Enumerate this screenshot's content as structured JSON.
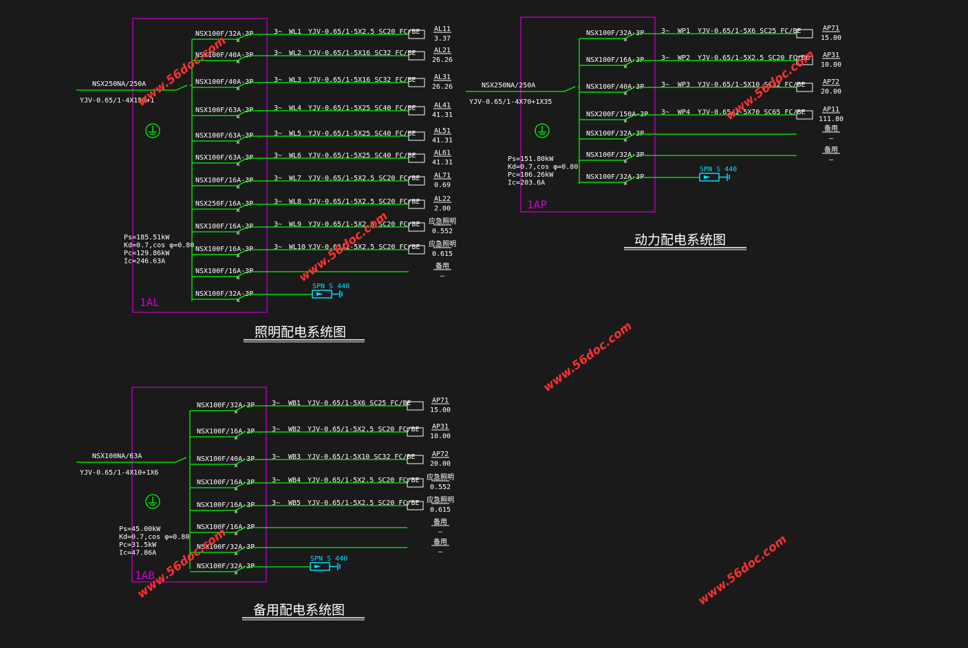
{
  "colors": {
    "background": "#1a1a1a",
    "wire": "#00ff00",
    "text": "#ffffff",
    "panel": "#d000d0",
    "spd": "#00e0ff",
    "watermark": "#ff3030"
  },
  "watermark": "www.56doc.com",
  "lighting": {
    "title": "照明配电系统图",
    "panel": "1AL",
    "incoming": {
      "breaker": "NSX250NA/250A",
      "cable": "YJV-0.65/1-4X150+1"
    },
    "params": [
      "Ps=185.51kW",
      "Kd=0.7,cos φ=0.80",
      "Pc=129.86kW",
      "Ic=246.63A"
    ],
    "circuits": [
      {
        "breaker": "NSX100F/32A-3P",
        "phase": "3~",
        "id": "WL1",
        "cable": "YJV-0.65/1-5X2.5  SC20  FC/BE",
        "load": "AL11",
        "power": "3.37"
      },
      {
        "breaker": "NSX100F/40A-3P",
        "phase": "3~",
        "id": "WL2",
        "cable": "YJV-0.65/1-5X16  SC32  FC/BE",
        "load": "AL21",
        "power": "26.26"
      },
      {
        "breaker": "NSX100F/40A-3P",
        "phase": "3~",
        "id": "WL3",
        "cable": "YJV-0.65/1-5X16  SC32  FC/BE",
        "load": "AL31",
        "power": "26.26"
      },
      {
        "breaker": "NSX100F/63A-3P",
        "phase": "3~",
        "id": "WL4",
        "cable": "YJV-0.65/1-5X25  SC40  FC/BE",
        "load": "AL41",
        "power": "41.31"
      },
      {
        "breaker": "NSX100F/63A-3P",
        "phase": "3~",
        "id": "WL5",
        "cable": "YJV-0.65/1-5X25  SC40  FC/BE",
        "load": "AL51",
        "power": "41.31"
      },
      {
        "breaker": "NSX100F/63A-3P",
        "phase": "3~",
        "id": "WL6",
        "cable": "YJV-0.65/1-5X25  SC40  FC/BE",
        "load": "AL61",
        "power": "41.31"
      },
      {
        "breaker": "NSX100F/16A-3P",
        "phase": "3~",
        "id": "WL7",
        "cable": "YJV-0.65/1-5X2.5  SC20  FC/BE",
        "load": "AL71",
        "power": "0.69"
      },
      {
        "breaker": "NSX250F/16A-3P",
        "phase": "3~",
        "id": "WL8",
        "cable": "YJV-0.65/1-5X2.5  SC20  FC/BE",
        "load": "AL22",
        "power": "2.00"
      },
      {
        "breaker": "NSX100F/16A-3P",
        "phase": "3~",
        "id": "WL9",
        "cable": "YJV-0.65/1-5X2.5  SC20  FC/BE",
        "load": "应急照明",
        "power": "0.552"
      },
      {
        "breaker": "NSX100F/16A-3P",
        "phase": "3~",
        "id": "WL10",
        "cable": "YJV-0.65/1-5X2.5  SC20  FC/BE",
        "load": "应急照明",
        "power": "0.615"
      },
      {
        "breaker": "NSX100F/16A-3P",
        "phase": "",
        "id": "",
        "cable": "",
        "load": "备用",
        "power": "—"
      },
      {
        "breaker": "NSX100F/32A-3P",
        "phase": "",
        "id": "",
        "cable": "",
        "load": "",
        "power": "",
        "spd": "SPN  S  440"
      }
    ]
  },
  "power": {
    "title": "动力配电系统图",
    "panel": "1AP",
    "incoming": {
      "breaker": "NSX250NA/250A",
      "cable": "YJV-0.65/1-4X70+1X35"
    },
    "params": [
      "Ps=151.80kW",
      "Kd=0.7,cos φ=0.80",
      "Pc=106.26kW",
      "Ic=203.6A"
    ],
    "circuits": [
      {
        "breaker": "NSX100F/32A-3P",
        "phase": "3~",
        "id": "WP1",
        "cable": "YJV-0.65/1-5X6  SC25  FC/BE",
        "load": "AP71",
        "power": "15.00"
      },
      {
        "breaker": "NSX100F/16A-3P",
        "phase": "3~",
        "id": "WP2",
        "cable": "YJV-0.65/1-5X2.5  SC20  FC/BE",
        "load": "AP31",
        "power": "10.00"
      },
      {
        "breaker": "NSX100F/40A-3P",
        "phase": "3~",
        "id": "WP3",
        "cable": "YJV-0.65/1-5X10  SC32  FC/BE",
        "load": "AP72",
        "power": "20.00"
      },
      {
        "breaker": "NSX200F/150A-3P",
        "phase": "3~",
        "id": "WP4",
        "cable": "YJV-0.65/1-5X70  SC65  FC/BE",
        "load": "AP11",
        "power": "111.80"
      },
      {
        "breaker": "NSX100F/32A-3P",
        "phase": "",
        "id": "",
        "cable": "",
        "load": "备用",
        "power": "—"
      },
      {
        "breaker": "NSX100F/32A-3P",
        "phase": "",
        "id": "",
        "cable": "",
        "load": "备用",
        "power": "—"
      },
      {
        "breaker": "NSX100F/32A-3P",
        "phase": "",
        "id": "",
        "cable": "",
        "load": "",
        "power": "",
        "spd": "SPN  S  440"
      }
    ]
  },
  "standby": {
    "title": "备用配电系统图",
    "panel": "1AB",
    "incoming": {
      "breaker": "NSX100NA/63A",
      "cable": "YJV-0.65/1-4X10+1X6"
    },
    "params": [
      "Ps=45.00kW",
      "Kd=0.7,cos φ=0.80",
      "Pc=31.5kW",
      "Ic=47.86A"
    ],
    "circuits": [
      {
        "breaker": "NSX100F/32A-3P",
        "phase": "3~",
        "id": "WB1",
        "cable": "YJV-0.65/1-5X6  SC25  FC/BE",
        "load": "AP71",
        "power": "15.00"
      },
      {
        "breaker": "NSX100F/16A-3P",
        "phase": "3~",
        "id": "WB2",
        "cable": "YJV-0.65/1-5X2.5  SC20  FC/BE",
        "load": "AP31",
        "power": "10.00"
      },
      {
        "breaker": "NSX100F/40A-3P",
        "phase": "3~",
        "id": "WB3",
        "cable": "YJV-0.65/1-5X10  SC32  FC/BE",
        "load": "AP72",
        "power": "20.00"
      },
      {
        "breaker": "NSX100F/16A-3P",
        "phase": "3~",
        "id": "WB4",
        "cable": "YJV-0.65/1-5X2.5  SC20  FC/BE",
        "load": "应急照明",
        "power": "0.552"
      },
      {
        "breaker": "NSX100F/16A-3P",
        "phase": "3~",
        "id": "WB5",
        "cable": "YJV-0.65/1-5X2.5  SC20  FC/BE",
        "load": "应急照明",
        "power": "0.615"
      },
      {
        "breaker": "NSX100F/16A-3P",
        "phase": "",
        "id": "",
        "cable": "",
        "load": "备用",
        "power": "—"
      },
      {
        "breaker": "NSX100F/32A-3P",
        "phase": "",
        "id": "",
        "cable": "",
        "load": "备用",
        "power": "—"
      },
      {
        "breaker": "NSX100F/32A-3P",
        "phase": "",
        "id": "",
        "cable": "",
        "load": "",
        "power": "",
        "spd": "SPN  S  440"
      }
    ]
  }
}
